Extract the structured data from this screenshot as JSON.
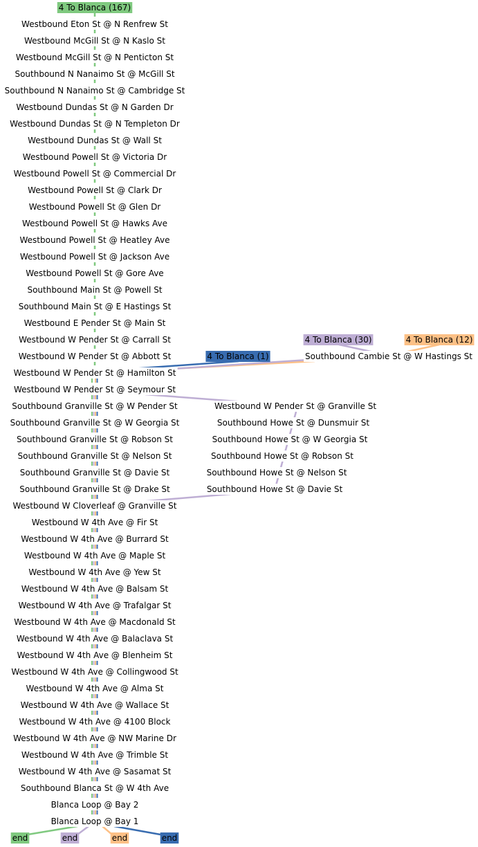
{
  "colors": {
    "green": "#7fc97f",
    "purple": "#beaed4",
    "orange": "#fdc086",
    "blue": "#386cb0"
  },
  "routes": [
    {
      "id": "green",
      "label": "4 To Blanca (167)",
      "color": "#7fc97f"
    },
    {
      "id": "blue",
      "label": "4 To Blanca (1)",
      "color": "#386cb0"
    },
    {
      "id": "purple",
      "label": "4 To Blanca (30)",
      "color": "#beaed4"
    },
    {
      "id": "orange",
      "label": "4 To Blanca (12)",
      "color": "#fdc086"
    }
  ],
  "end_labels": [
    {
      "id": "green",
      "label": "end",
      "color": "#7fc97f"
    },
    {
      "id": "purple",
      "label": "end",
      "color": "#beaed4"
    },
    {
      "id": "orange",
      "label": "end",
      "color": "#fdc086"
    },
    {
      "id": "blue",
      "label": "end",
      "color": "#386cb0"
    }
  ],
  "main_stops": [
    "Westbound Eton St @ N Renfrew St",
    "Westbound McGill St @ N Kaslo St",
    "Westbound McGill St @ N Penticton St",
    "Southbound N Nanaimo St @ McGill St",
    "Southbound N Nanaimo St @ Cambridge St",
    "Westbound Dundas St @ N Garden Dr",
    "Westbound Dundas St @ N Templeton Dr",
    "Westbound Dundas St @ Wall St",
    "Westbound Powell St @ Victoria Dr",
    "Westbound Powell St @ Commercial Dr",
    "Westbound Powell St @ Clark Dr",
    "Westbound Powell St @ Glen Dr",
    "Westbound Powell St @ Hawks Ave",
    "Westbound Powell St @ Heatley Ave",
    "Westbound Powell St @ Jackson Ave",
    "Westbound Powell St @ Gore Ave",
    "Southbound Main St @ Powell St",
    "Southbound Main St @ E Hastings St",
    "Westbound E Pender St @ Main St",
    "Westbound W Pender St @ Carrall St",
    "Westbound W Pender St @ Abbott St",
    "Westbound W Pender St @ Hamilton St",
    "Westbound W Pender St @ Seymour St",
    "Southbound Granville St @ W Pender St",
    "Southbound Granville St @ W Georgia St",
    "Southbound Granville St @ Robson St",
    "Southbound Granville St @ Nelson St",
    "Southbound Granville St @ Davie St",
    "Southbound Granville St @ Drake St",
    "Westbound W Cloverleaf @ Granville St",
    "Westbound W 4th Ave @ Fir St",
    "Westbound W 4th Ave @ Burrard St",
    "Westbound W 4th Ave @ Maple St",
    "Westbound W 4th Ave @ Yew St",
    "Westbound W 4th Ave @ Balsam St",
    "Westbound W 4th Ave @ Trafalgar St",
    "Westbound W 4th Ave @ Macdonald St",
    "Westbound W 4th Ave @ Balaclava St",
    "Westbound W 4th Ave @ Blenheim St",
    "Westbound W 4th Ave @ Collingwood St",
    "Westbound W 4th Ave @ Alma St",
    "Westbound W 4th Ave @ Wallace St",
    "Westbound W 4th Ave @ 4100 Block",
    "Westbound W 4th Ave @ NW Marine Dr",
    "Westbound W 4th Ave @ Trimble St",
    "Westbound W 4th Ave @ Sasamat St",
    "Southbound Blanca St @ W 4th Ave",
    "Blanca Loop @ Bay 2",
    "Blanca Loop @ Bay 1"
  ],
  "side_stops": {
    "cambie": "Southbound Cambie St @ W Hastings St",
    "howe_branch": [
      "Westbound W Pender St @ Granville St",
      "Southbound Howe St @ Dunsmuir St",
      "Southbound Howe St @ W Georgia St",
      "Southbound Howe St @ Robson St",
      "Southbound Howe St @ Nelson St",
      "Southbound Howe St @ Davie St"
    ]
  }
}
